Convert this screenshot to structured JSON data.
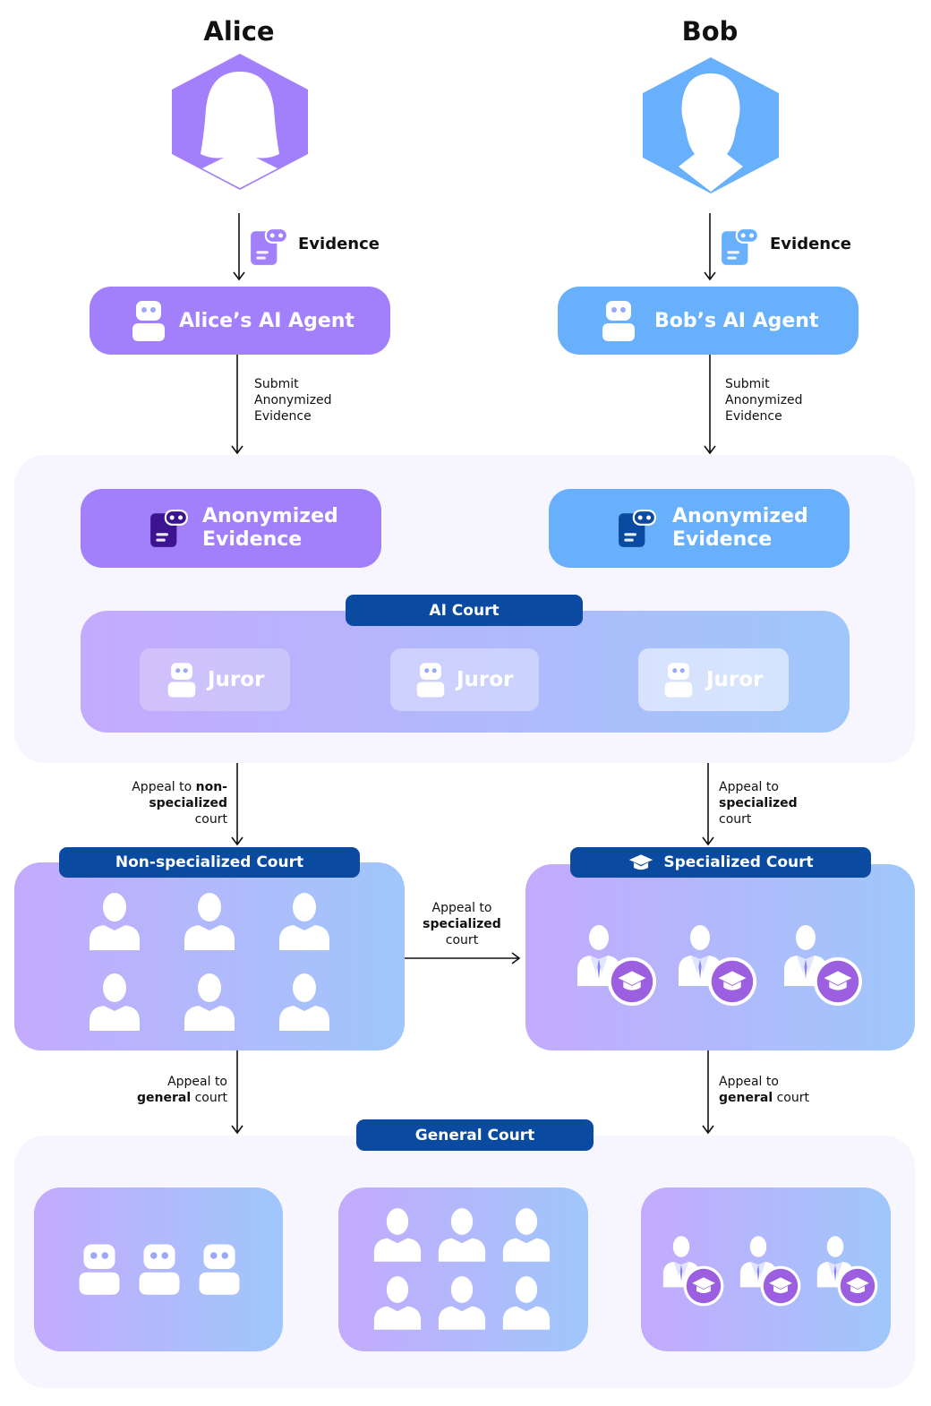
{
  "parties": {
    "alice": {
      "name": "Alice",
      "agent_label": "Alice’s AI Agent",
      "evidence_label": "Evidence",
      "submit_note": [
        "Submit",
        "Anonymized",
        "Evidence"
      ],
      "anon_evidence": [
        "Anonymized",
        "Evidence"
      ]
    },
    "bob": {
      "name": "Bob",
      "agent_label": "Bob’s AI Agent",
      "evidence_label": "Evidence",
      "submit_note": [
        "Submit",
        "Anonymized",
        "Evidence"
      ],
      "anon_evidence": [
        "Anonymized",
        "Evidence"
      ]
    }
  },
  "ai_court": {
    "label": "AI Court",
    "jurors": [
      "Juror",
      "Juror",
      "Juror"
    ]
  },
  "appeals": {
    "non_specialized_left": {
      "l1a": "Appeal to ",
      "l1b": "non-",
      "l2": "specialized",
      "l3": "court"
    },
    "specialized_right": {
      "l1": "Appeal to",
      "l2": "specialized",
      "l3": "court"
    },
    "specialized_middle": {
      "l1": "Appeal to",
      "l2": "specialized",
      "l3": "court"
    },
    "general_left": {
      "l1": "Appeal to",
      "l2a": "general",
      "l2b": " court"
    },
    "general_right": {
      "l1": "Appeal to",
      "l2a": "general",
      "l2b": " court"
    }
  },
  "non_specialized_court": {
    "label": "Non-specialized Court",
    "members": 6
  },
  "specialized_court": {
    "label": "Specialized Court",
    "members": 3
  },
  "general_court": {
    "label": "General Court"
  },
  "icons": {
    "person": "person-icon",
    "robot": "robot-icon",
    "evidence": "evidence-document-icon",
    "graduation": "graduation-cap-icon"
  },
  "colors": {
    "alice": "#a280fb",
    "bob": "#68b0fb",
    "court_label": "#0a4aa0",
    "panel": "#f7f5fd"
  }
}
